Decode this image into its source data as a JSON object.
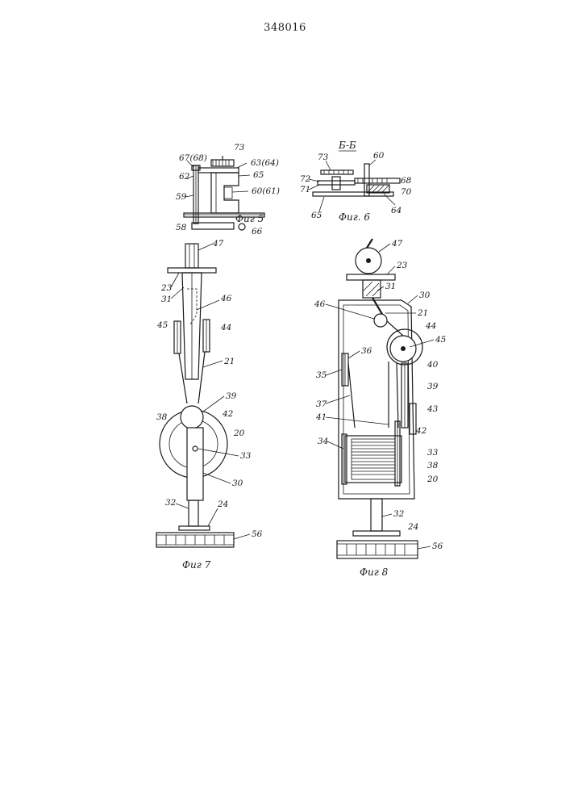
{
  "page": {
    "patent_number": "348016"
  },
  "fig5": {
    "caption": "Фиг 5",
    "labels": {
      "l73": "73",
      "l67": "67(68)",
      "l63": "63(64)",
      "l62": "62",
      "l65": "65",
      "l60": "60(61)",
      "l59": "59",
      "l58": "58",
      "l66": "66"
    }
  },
  "fig6": {
    "section": "Б-Б",
    "caption": "Фиг. 6",
    "labels": {
      "l73": "73",
      "l60": "60",
      "l72": "72",
      "l68": "68",
      "l71": "71",
      "l70": "70",
      "l65": "65",
      "l64": "64"
    }
  },
  "fig7": {
    "caption": "Фиг 7",
    "labels": {
      "l47": "47",
      "l23": "23",
      "l31": "31",
      "l46": "46",
      "l45": "45",
      "l44": "44",
      "l21": "21",
      "l39": "39",
      "l38": "38",
      "l42": "42",
      "l20": "20",
      "l33": "33",
      "l30": "30",
      "l32": "32",
      "l24": "24",
      "l56": "56"
    }
  },
  "fig8": {
    "caption": "Фиг 8",
    "labels": {
      "l47": "47",
      "l23": "23",
      "l31": "31",
      "l30": "30",
      "l46": "46",
      "l21": "21",
      "l44": "44",
      "l45": "45",
      "l36": "36",
      "l40": "40",
      "l35": "35",
      "l39": "39",
      "l37": "37",
      "l43": "43",
      "l41": "41",
      "l42": "42",
      "l34": "34",
      "l33": "33",
      "l38": "38",
      "l20": "20",
      "l32": "32",
      "l24": "24",
      "l56": "56"
    }
  }
}
